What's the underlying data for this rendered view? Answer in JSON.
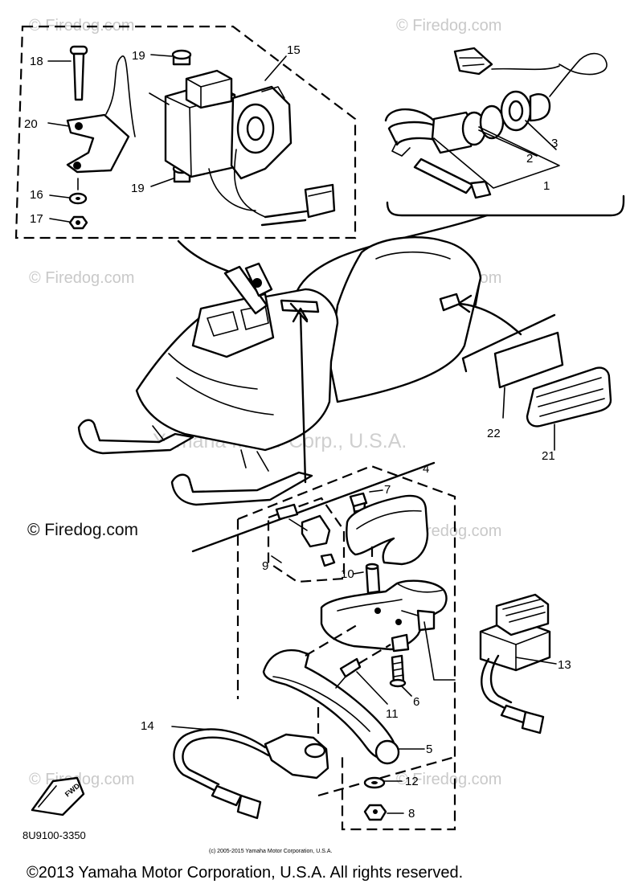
{
  "watermarks": {
    "firedog": "© Firedog.com",
    "corp": "Yamaha Motor Corp., U.S.A."
  },
  "callouts": {
    "c1": "1",
    "c2": "2",
    "c3": "3",
    "c4": "4",
    "c5": "5",
    "c6": "6",
    "c7": "7",
    "c8": "8",
    "c9": "9",
    "c10": "10",
    "c11": "11",
    "c12": "12",
    "c13": "13",
    "c14": "14",
    "c15": "15",
    "c16": "16",
    "c17": "17",
    "c18": "18",
    "c19a": "19",
    "c19b": "19",
    "c20": "20",
    "c21": "21",
    "c22": "22"
  },
  "labels": {
    "fwd": "FWD",
    "diagram_code": "8U9100-3350",
    "small_notice": "(c) 2005-2015 Yamaha Motor Corporation, U.S.A.",
    "copyright": "©2013 Yamaha Motor Corporation, U.S.A. All rights reserved."
  }
}
